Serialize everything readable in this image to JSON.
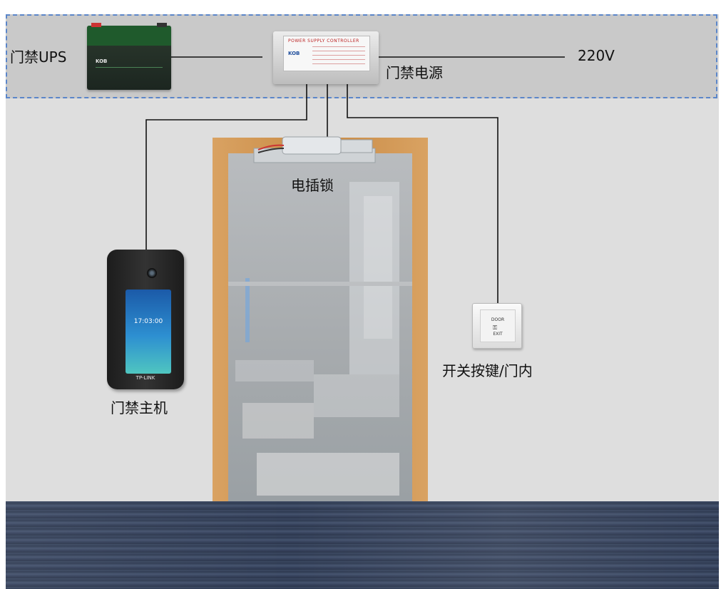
{
  "labels": {
    "ups": "门禁UPS",
    "power_supply": "门禁电源",
    "mains": "220V",
    "lock": "电插锁",
    "host": "门禁主机",
    "exit_switch": "开关按键/门内"
  },
  "devices": {
    "battery_brand": "KOB",
    "psu_title": "POWER SUPPLY CONTROLLER",
    "psu_brand": "KOB",
    "terminal_time": "17:03:00",
    "terminal_brand": "TP-LINK",
    "exit_top": "DOOR",
    "exit_bottom": "EXIT"
  },
  "colors": {
    "wall": "#dedede",
    "equipment_zone": "#c9c9c9",
    "dashed_border": "#5b86c9",
    "door_frame": "#c88a44",
    "floor": "#34405a",
    "wire": "#111111"
  },
  "icons": {
    "key": "key-icon",
    "camera": "camera-icon"
  }
}
